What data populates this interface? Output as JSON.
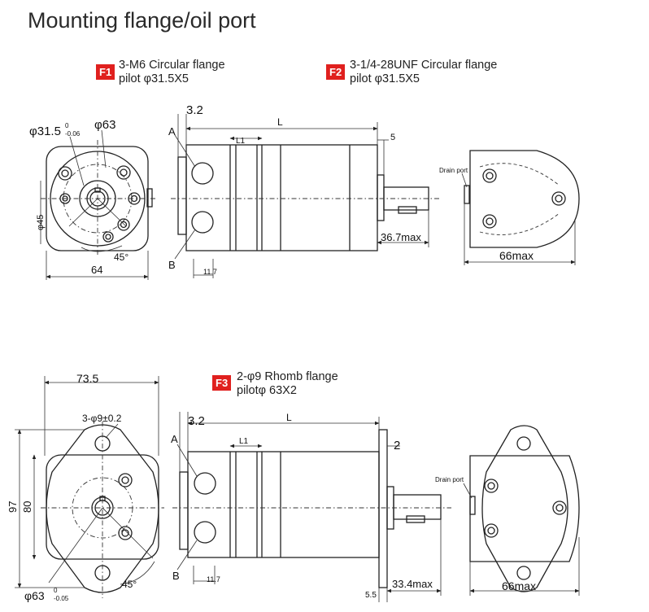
{
  "title": "Mounting flange/oil port",
  "flanges": {
    "f1": {
      "badge": "F1",
      "line1": "3-M6 Circular flange",
      "line2": "pilot φ31.5X5"
    },
    "f2": {
      "badge": "F2",
      "line1": "3-1/4-28UNF Circular flange",
      "line2": "pilot φ31.5X5"
    },
    "f3": {
      "badge": "F3",
      "line1": "2-φ9 Rhomb flange",
      "line2": "pilotφ 63X2"
    }
  },
  "top_dims": {
    "pilot_dia": "φ31.5",
    "pilot_tol_upper": "0",
    "pilot_tol_lower": "-0.06",
    "bolt_circle": "φ63",
    "side_dia": "φ45",
    "width": "64",
    "angle": "45°",
    "offset": "3.2",
    "length": "L",
    "l1": "L1",
    "shaft_gap": "5",
    "port_a": "A",
    "port_b": "B",
    "port_spacing": "11.7",
    "shaft_max": "36.7max",
    "drain_port": "Drain port",
    "rear_width": "66max"
  },
  "bottom_dims": {
    "width": "73.5",
    "holes": "3-φ9±0.2",
    "height_97": "97",
    "height_80": "80",
    "pilot_dia": "φ63",
    "pilot_tol_upper": "0",
    "pilot_tol_lower": "-0.05",
    "angle": "45°",
    "offset": "3.2",
    "length": "L",
    "l1": "L1",
    "shaft_gap": "2",
    "port_a": "A",
    "port_b": "B",
    "port_spacing": "11.7",
    "flange_thk": "5.5",
    "shaft_max": "33.4max",
    "drain_port": "Drain port",
    "rear_width": "66max"
  }
}
